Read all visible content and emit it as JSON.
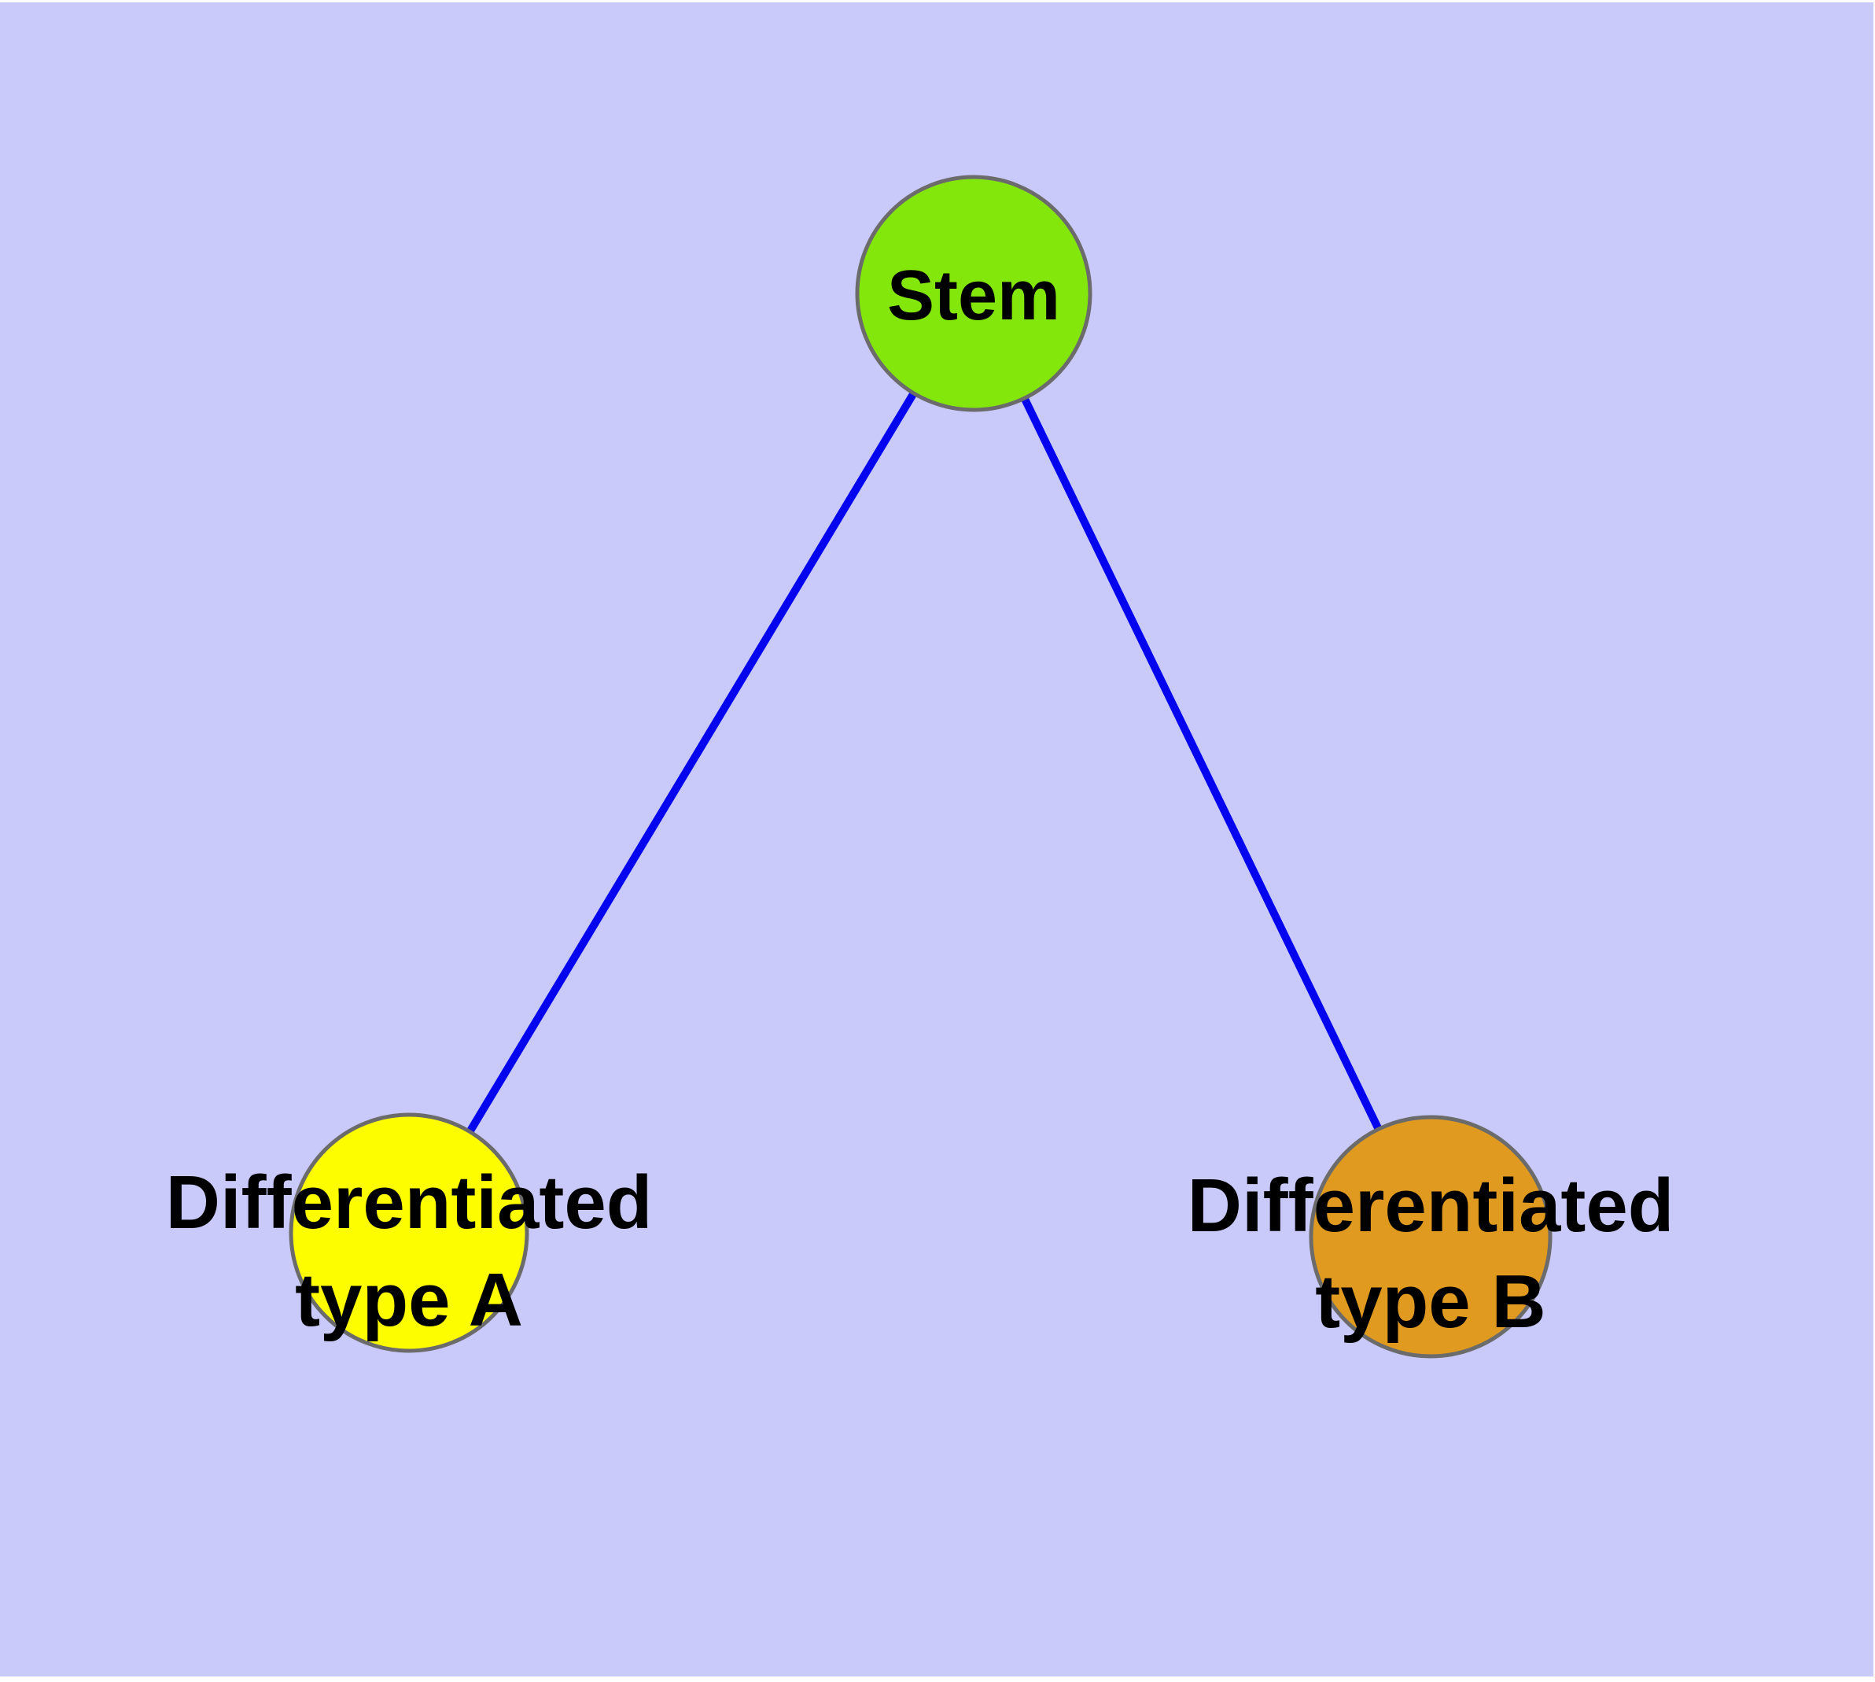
{
  "diagram": {
    "type": "node-link-graph",
    "background_color": "#cacafa",
    "edge_color": "#0404ee",
    "node_border_color": "#6b6b6b",
    "label_color": "#000000",
    "nodes": [
      {
        "id": "stem",
        "label": "Stem",
        "fill": "#84e70b"
      },
      {
        "id": "type-a",
        "label_line1": "Differentiated",
        "label_line2": "type A",
        "fill": "#fdfd00"
      },
      {
        "id": "type-b",
        "label_line1": "Differentiated",
        "label_line2": "type B",
        "fill": "#e19a20"
      }
    ],
    "edges": [
      {
        "from": "Stem",
        "to": "Differentiated type A"
      },
      {
        "from": "Stem",
        "to": "Differentiated type B"
      }
    ]
  }
}
